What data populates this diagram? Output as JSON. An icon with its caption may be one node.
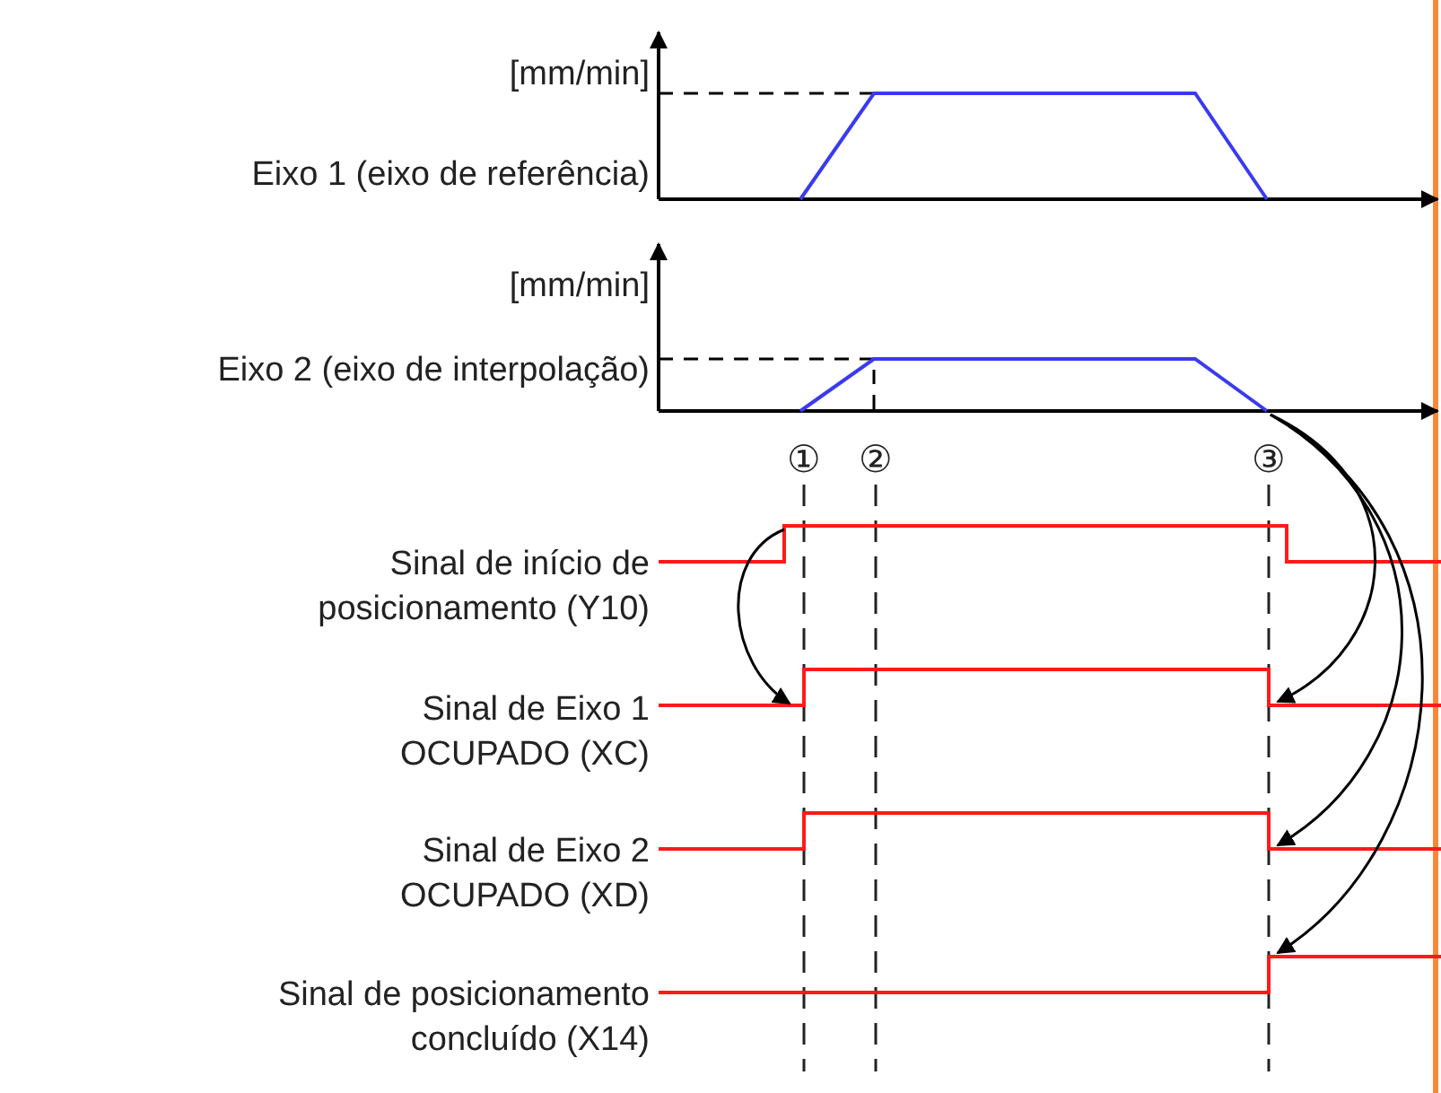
{
  "diagram": {
    "labels": [
      "[mm/min]",
      "Eixo 1 (eixo de referência)",
      "[mm/min]",
      "Eixo 2 (eixo de interpolação)",
      "①",
      "②",
      "③",
      "Sinal de início de posicionamento (Y10)",
      "Sinal de Eixo 1 OCUPADO (XC)",
      "Sinal de Eixo 2 OCUPADO (XD)",
      "Sinal de posicionamento concluído (X14)"
    ]
  }
}
